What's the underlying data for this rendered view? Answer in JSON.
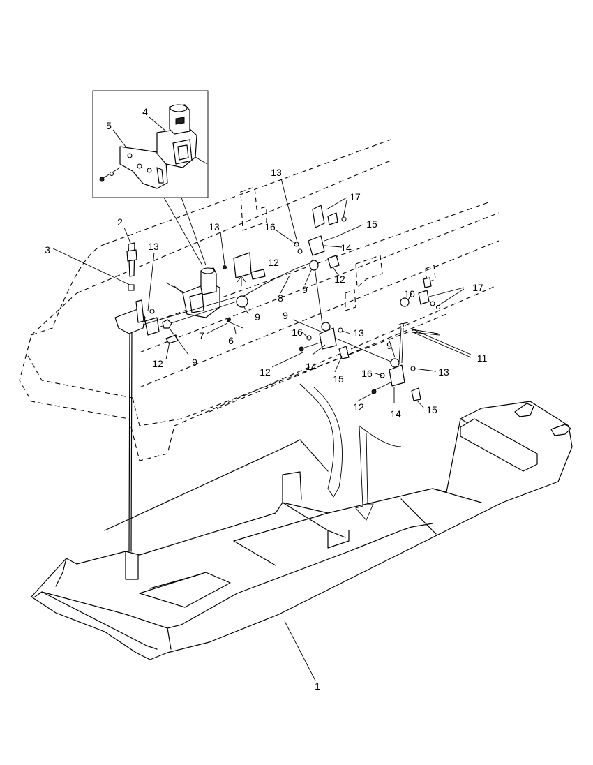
{
  "callouts": [
    {
      "id": "c1",
      "label": "1"
    },
    {
      "id": "c2",
      "label": "2"
    },
    {
      "id": "c3",
      "label": "3"
    },
    {
      "id": "c4",
      "label": "4"
    },
    {
      "id": "c5",
      "label": "5"
    },
    {
      "id": "c6",
      "label": "6"
    },
    {
      "id": "c7",
      "label": "7"
    },
    {
      "id": "c8",
      "label": "8"
    },
    {
      "id": "c9a",
      "label": "9"
    },
    {
      "id": "c9b",
      "label": "9"
    },
    {
      "id": "c9c",
      "label": "9"
    },
    {
      "id": "c9d",
      "label": "9"
    },
    {
      "id": "c9e",
      "label": "9"
    },
    {
      "id": "c10",
      "label": "10"
    },
    {
      "id": "c11",
      "label": "11"
    },
    {
      "id": "c12a",
      "label": "12"
    },
    {
      "id": "c12b",
      "label": "12"
    },
    {
      "id": "c12c",
      "label": "12"
    },
    {
      "id": "c12d",
      "label": "12"
    },
    {
      "id": "c12e",
      "label": "12"
    },
    {
      "id": "c13a",
      "label": "13"
    },
    {
      "id": "c13b",
      "label": "13"
    },
    {
      "id": "c13c",
      "label": "13"
    },
    {
      "id": "c13d",
      "label": "13"
    },
    {
      "id": "c13e",
      "label": "13"
    },
    {
      "id": "c14a",
      "label": "14"
    },
    {
      "id": "c14b",
      "label": "14"
    },
    {
      "id": "c14c",
      "label": "14"
    },
    {
      "id": "c15a",
      "label": "15"
    },
    {
      "id": "c15b",
      "label": "15"
    },
    {
      "id": "c15c",
      "label": "15"
    },
    {
      "id": "c16a",
      "label": "16"
    },
    {
      "id": "c16b",
      "label": "16"
    },
    {
      "id": "c16c",
      "label": "16"
    },
    {
      "id": "c17a",
      "label": "17"
    },
    {
      "id": "c17b",
      "label": "17"
    }
  ]
}
